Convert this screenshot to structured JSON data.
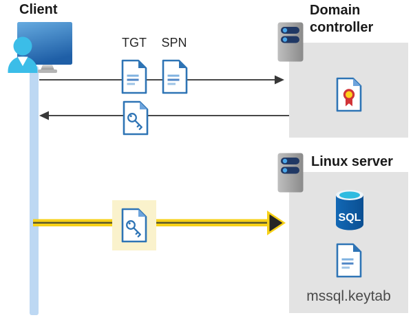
{
  "colors": {
    "doc_blue": "#2e74b5",
    "doc_line_blue": "#5b9bd5",
    "doc_line_light": "#9dc3e6",
    "box_gray": "#e3e3e3",
    "arrow_gray": "#474747",
    "accent_yellow": "#f7d117",
    "highlight_yellow": "#faf2cc",
    "timeline_blue": "#bdd8f3",
    "server_pill_navy": "#203864",
    "server_dot_blue": "#4ba6e8",
    "sql_blue": "#0f5ca8",
    "sql_cyan": "#2fbbe0",
    "cert_red": "#d13438",
    "cert_gold": "#ffd21c",
    "person_cyan": "#3bbde8",
    "text_dark": "#1a1a1a",
    "keytab_text": "#4a4a4a"
  },
  "client": {
    "label": "Client",
    "icon": "client-workstation-icon",
    "lifeline_icon": "client-lifeline"
  },
  "domain_controller": {
    "title_line1": "Domain",
    "title_line2": "controller",
    "icon": "server-icon",
    "contents": {
      "icon": "certificate-icon"
    }
  },
  "linux_server": {
    "title": "Linux server",
    "icon": "server-icon",
    "contents": {
      "sql_label": "SQL",
      "sql_icon": "sql-database-icon",
      "keytab_icon": "keytab-document-icon",
      "keytab_label": "mssql.keytab"
    }
  },
  "flows": {
    "request": {
      "tgt_label": "TGT",
      "spn_label": "SPN",
      "direction": "client-to-domain-controller",
      "icons": [
        "tgt-ticket-document-icon",
        "spn-ticket-document-icon"
      ]
    },
    "response": {
      "direction": "domain-controller-to-client",
      "icon": "key-ticket-document-icon"
    },
    "auth": {
      "direction": "client-to-linux-server",
      "icon": "key-ticket-document-icon",
      "highlighted": true
    }
  }
}
